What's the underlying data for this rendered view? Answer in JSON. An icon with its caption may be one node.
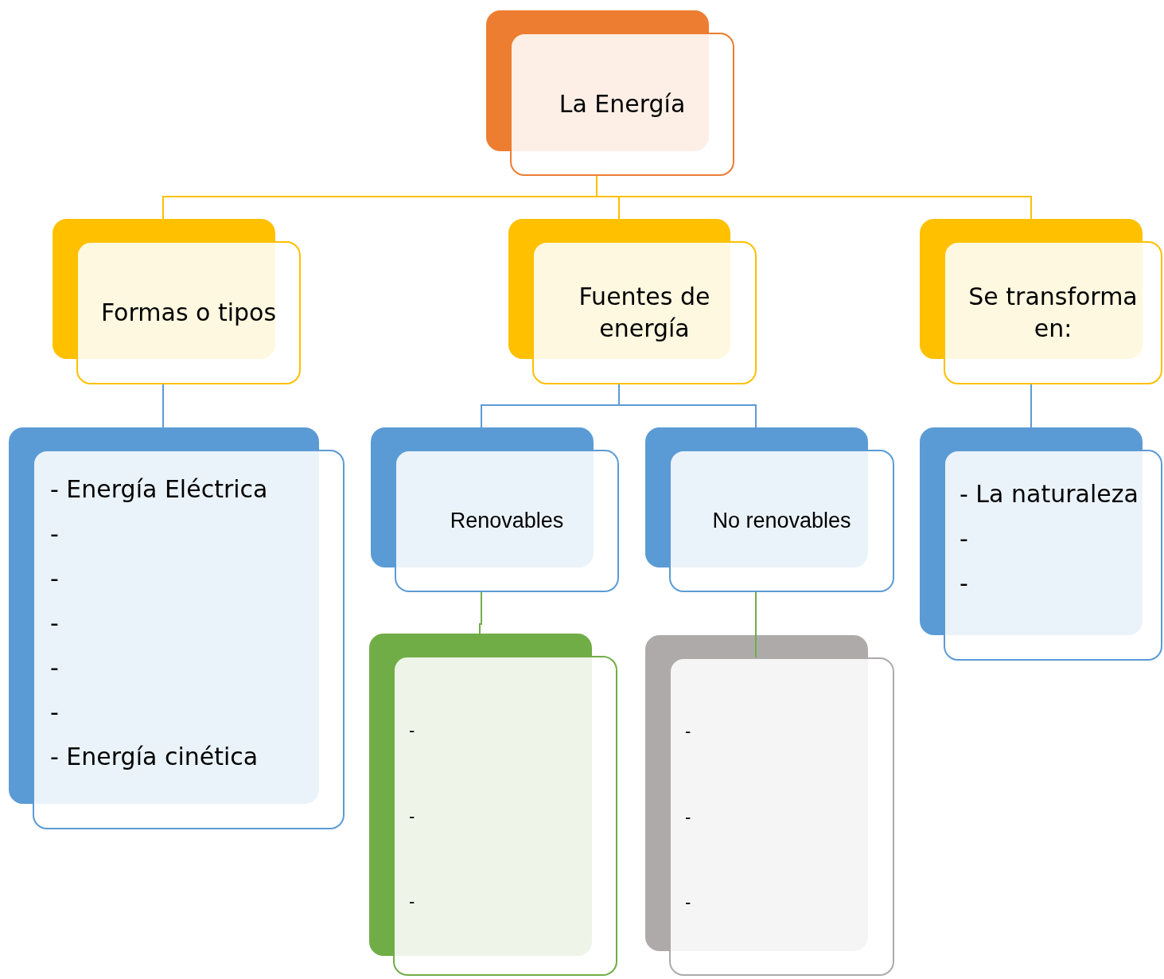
{
  "diagram": {
    "nodes": [
      {
        "text": [
          "La Energía"
        ]
      },
      {
        "text": [
          "Formas o tipos"
        ]
      },
      {
        "text": [
          "Fuentes de energía"
        ]
      },
      {
        "text": [
          "Se transforma en:"
        ]
      },
      {
        "text": [
          "- Energía Eléctrica",
          "-",
          "-",
          "-",
          "-",
          "-",
          "- Energía cinética"
        ]
      },
      {
        "text": [
          "Renovables"
        ]
      },
      {
        "text": [
          "No renovables"
        ]
      },
      {
        "text": [
          "- La naturaleza",
          "-",
          "-"
        ]
      },
      {
        "text": [
          "-",
          "-",
          "-"
        ]
      },
      {
        "text": [
          "-",
          "-",
          "-"
        ]
      }
    ],
    "edges": [
      {
        "from": 0,
        "to": 1,
        "arrow": "none",
        "color": "#ffc000"
      },
      {
        "from": 0,
        "to": 2,
        "arrow": "none",
        "color": "#ffc000"
      },
      {
        "from": 0,
        "to": 3,
        "arrow": "none",
        "color": "#ffc000"
      },
      {
        "from": 1,
        "to": 4,
        "arrow": "none"
      },
      {
        "from": 2,
        "to": 5,
        "arrow": "none"
      },
      {
        "from": 2,
        "to": 6,
        "arrow": "none"
      },
      {
        "from": 3,
        "to": 7,
        "arrow": "none"
      },
      {
        "from": 5,
        "to": 8,
        "arrow": "none",
        "color": "#70ad47"
      },
      {
        "from": 6,
        "to": 9,
        "arrow": "none",
        "color": "#70ad47"
      }
    ]
  }
}
